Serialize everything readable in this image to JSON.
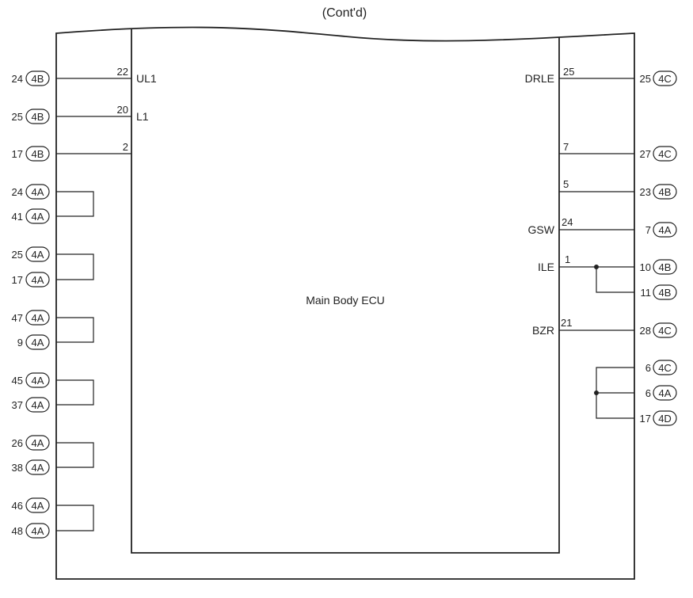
{
  "title": "(Cont'd)",
  "ecu_label": "Main Body ECU",
  "left_connections": [
    {
      "ext": "24",
      "conn": "4B",
      "pin": "22",
      "name": "UL1"
    },
    {
      "ext": "25",
      "conn": "4B",
      "pin": "20",
      "name": "L1"
    },
    {
      "ext": "17",
      "conn": "4B",
      "pin": "2",
      "name": ""
    }
  ],
  "left_jumpers": [
    [
      {
        "ext": "24",
        "conn": "4A"
      },
      {
        "ext": "41",
        "conn": "4A"
      }
    ],
    [
      {
        "ext": "25",
        "conn": "4A"
      },
      {
        "ext": "17",
        "conn": "4A"
      }
    ],
    [
      {
        "ext": "47",
        "conn": "4A"
      },
      {
        "ext": "9",
        "conn": "4A"
      }
    ],
    [
      {
        "ext": "45",
        "conn": "4A"
      },
      {
        "ext": "37",
        "conn": "4A"
      }
    ],
    [
      {
        "ext": "26",
        "conn": "4A"
      },
      {
        "ext": "38",
        "conn": "4A"
      }
    ],
    [
      {
        "ext": "46",
        "conn": "4A"
      },
      {
        "ext": "48",
        "conn": "4A"
      }
    ]
  ],
  "right_connections": [
    {
      "ext": "25",
      "conn": "4C",
      "pin": "25",
      "name": "DRLE"
    },
    {
      "ext": "27",
      "conn": "4C",
      "pin": "7",
      "name": ""
    },
    {
      "ext": "23",
      "conn": "4B",
      "pin": "5",
      "name": ""
    },
    {
      "ext": "7",
      "conn": "4A",
      "pin": "24",
      "name": "GSW"
    },
    {
      "ext": "10",
      "conn": "4B",
      "pin": "1",
      "name": "ILE"
    },
    {
      "ext": "28",
      "conn": "4C",
      "pin": "21",
      "name": "BZR"
    }
  ],
  "right_splice_ile": {
    "ext": "11",
    "conn": "4B"
  },
  "right_jumper_group": [
    {
      "ext": "6",
      "conn": "4C"
    },
    {
      "ext": "6",
      "conn": "4A"
    },
    {
      "ext": "17",
      "conn": "4D"
    }
  ]
}
